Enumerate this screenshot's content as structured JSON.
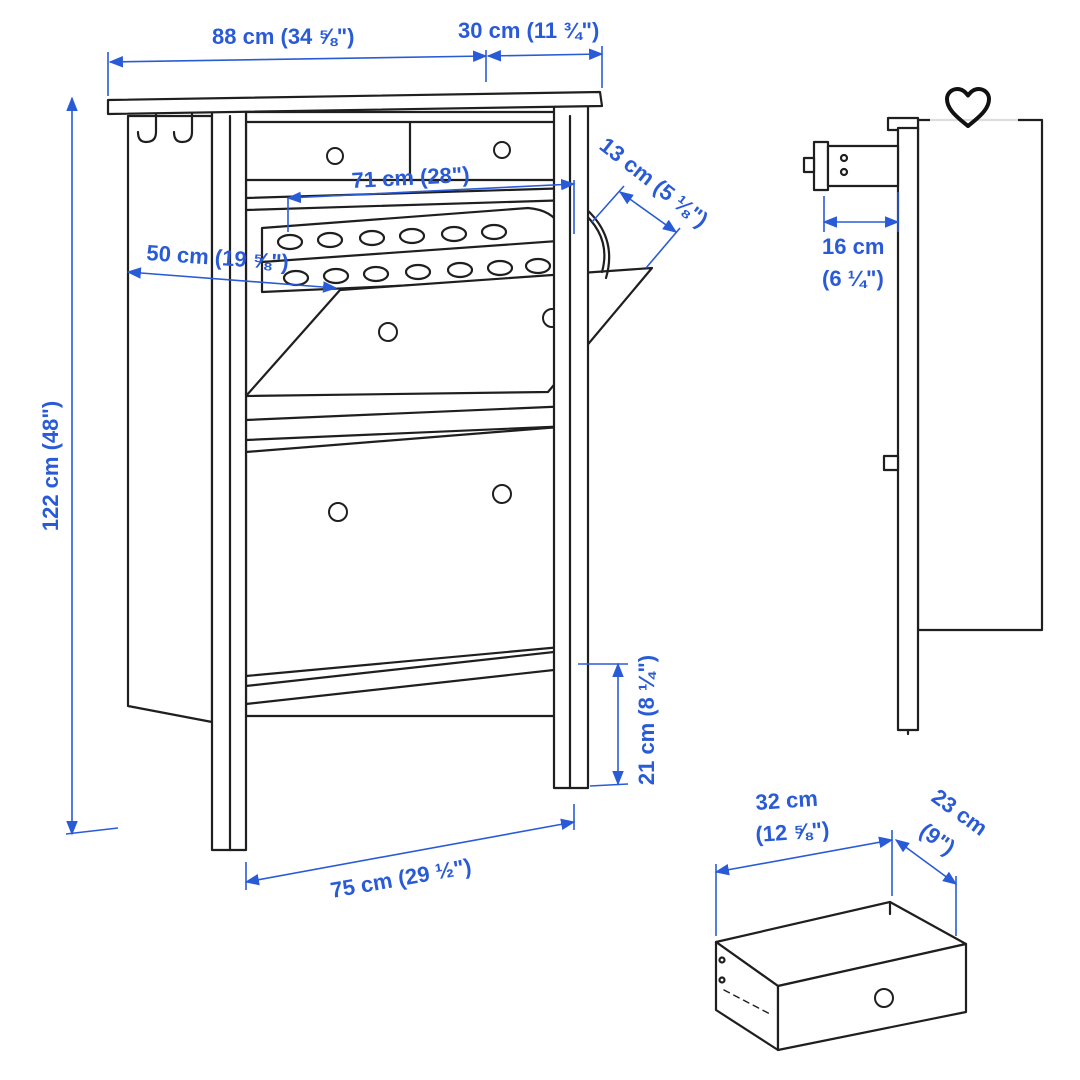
{
  "dimensions": {
    "width_top": "88 cm (34 ⅝\")",
    "depth_top": "30 cm (11 ¾\")",
    "height": "122 cm (48\")",
    "inner_width": "71 cm (28\")",
    "door_depth": "13 cm (5 ⅛\")",
    "side_depth": "50 cm (19 ⅝\")",
    "base_width": "75 cm (29 ½\")",
    "leg_height": "21 cm (8 ¼\")",
    "wall_clearance_cm": "16 cm",
    "wall_clearance_in": "(6 ¼\")",
    "drawer_width_cm": "32 cm",
    "drawer_width_in": "(12 ⅝\")",
    "drawer_depth": "23 cm",
    "drawer_depth_in": "(9\")"
  },
  "overlay": {
    "favorite_icon": "heart-outline-icon"
  },
  "colors": {
    "dimension": "#2a5bd7",
    "ink": "#1f1f1f",
    "background": "#ffffff"
  }
}
